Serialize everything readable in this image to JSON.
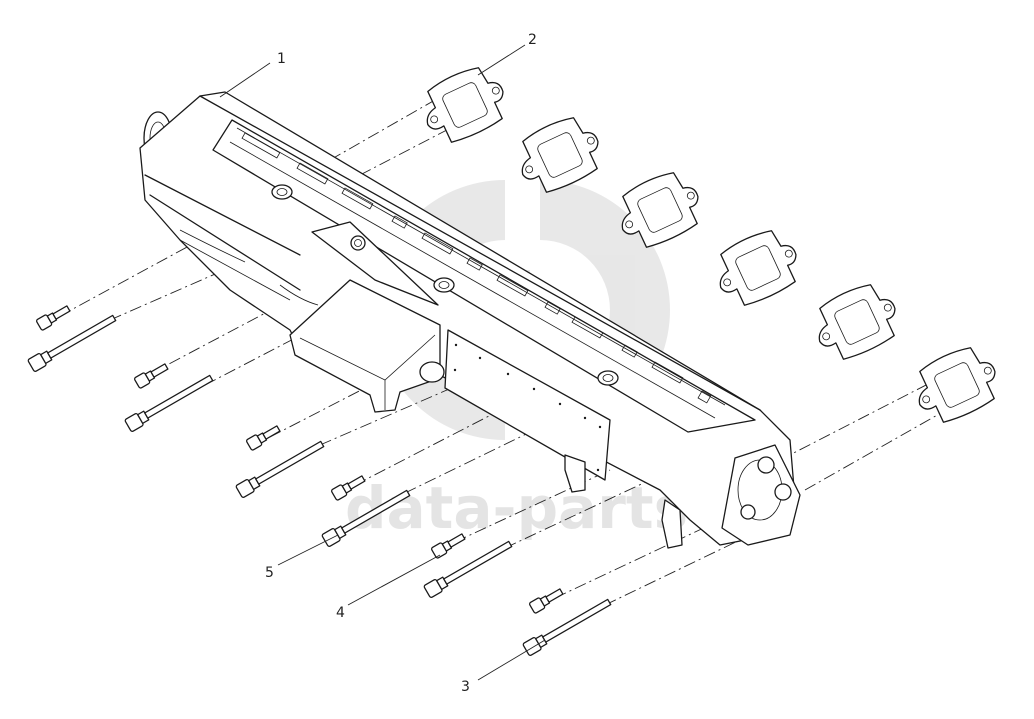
{
  "diagram": {
    "type": "exploded-parts-view",
    "callouts": [
      {
        "id": "1",
        "label": "1"
      },
      {
        "id": "2",
        "label": "2"
      },
      {
        "id": "3",
        "label": "3"
      },
      {
        "id": "4",
        "label": "4"
      },
      {
        "id": "5",
        "label": "5"
      }
    ]
  },
  "watermark": {
    "text": "data-parts",
    "color": "#cfcfcf"
  },
  "colors": {
    "line": "#1a1a1a",
    "background": "#ffffff"
  }
}
